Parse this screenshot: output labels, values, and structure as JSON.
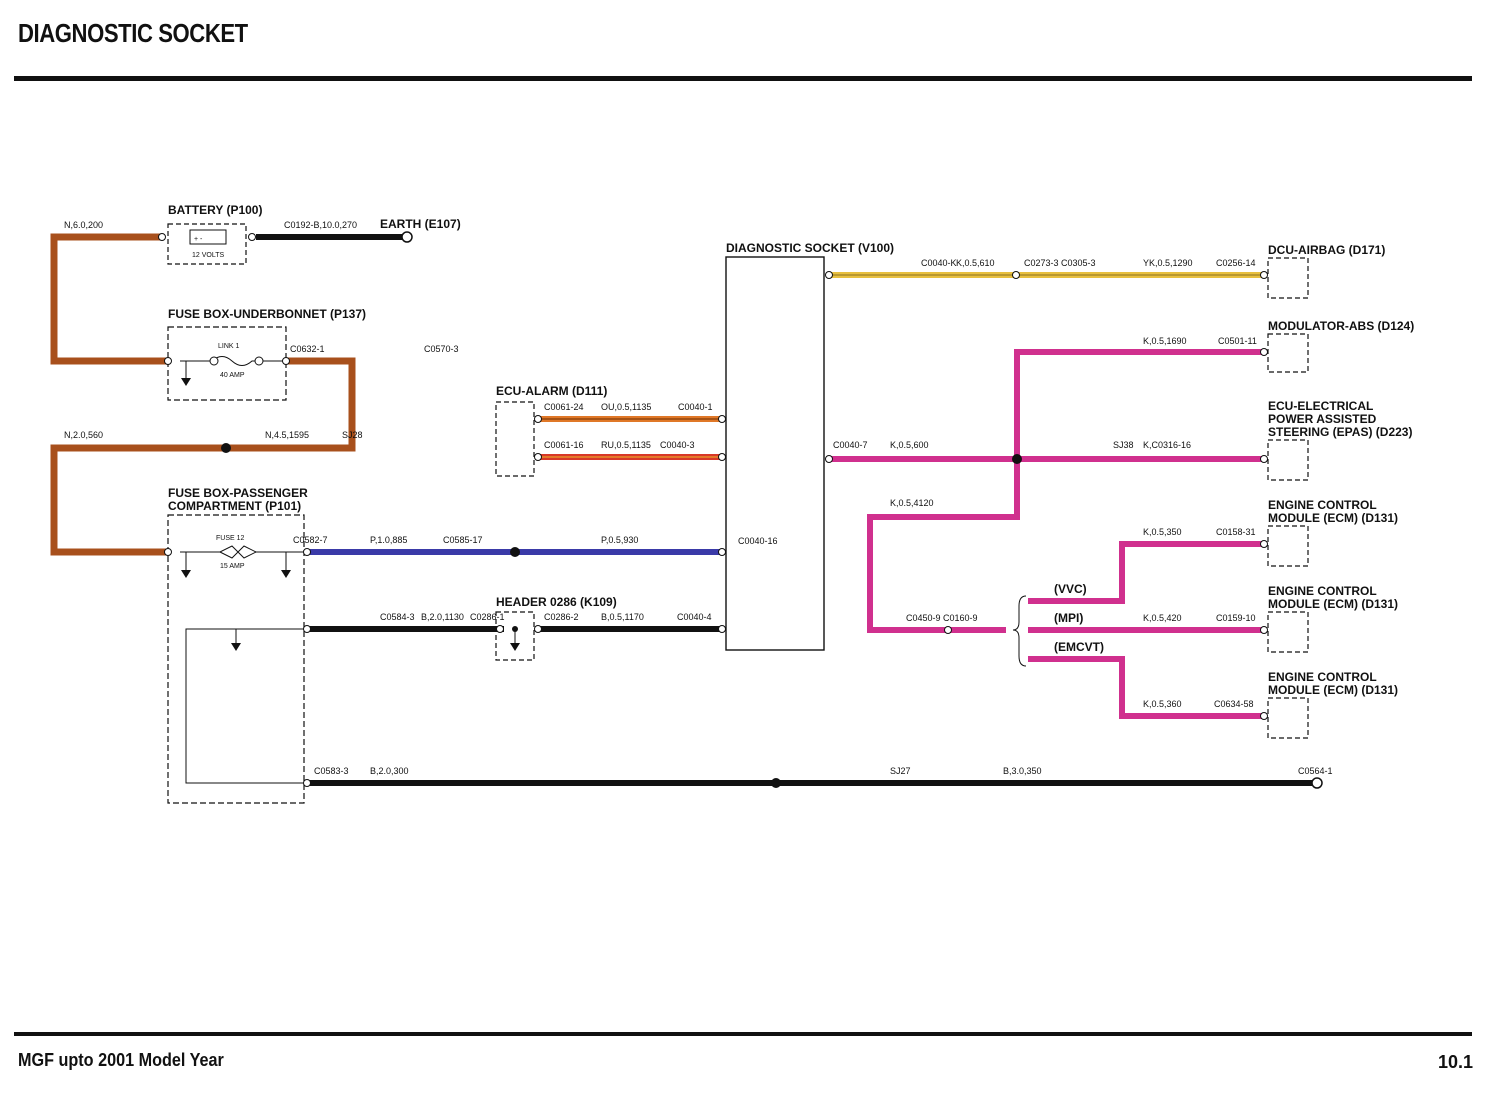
{
  "page": {
    "title": "DIAGNOSTIC SOCKET",
    "footer_left": "MGF upto 2001 Model Year",
    "footer_right": "10.1"
  },
  "colors": {
    "brown": "#a8501c",
    "black": "#111111",
    "blue": "#3a3aa8",
    "pink": "#d0308e",
    "yellow": "#e8c040",
    "orange": "#e07828",
    "red": "#d83828"
  },
  "components": {
    "battery": {
      "title": "BATTERY (P100)",
      "sub": "12 VOLTS",
      "sign": "+   -"
    },
    "earth": {
      "title": "EARTH (E107)"
    },
    "fuse_underbonnet": {
      "title": "FUSE BOX-UNDERBONNET (P137)",
      "link": "LINK 1",
      "amp": "40 AMP"
    },
    "fuse_passenger": {
      "title1": "FUSE BOX-PASSENGER",
      "title2": "COMPARTMENT (P101)",
      "fuse": "FUSE 12",
      "amp": "15 AMP"
    },
    "ecu_alarm": {
      "title": "ECU-ALARM (D111)"
    },
    "header": {
      "title": "HEADER 0286 (K109)"
    },
    "diag_socket": {
      "title": "DIAGNOSTIC SOCKET (V100)"
    },
    "dcu_airbag": {
      "title": "DCU-AIRBAG (D171)"
    },
    "mod_abs": {
      "title": "MODULATOR-ABS (D124)"
    },
    "epas": {
      "title1": "ECU-ELECTRICAL",
      "title2": "POWER ASSISTED",
      "title3": "STEERING (EPAS) (D223)"
    },
    "ecm1": {
      "title1": "ENGINE CONTROL",
      "title2": "MODULE (ECM) (D131)"
    },
    "ecm2": {
      "title1": "ENGINE CONTROL",
      "title2": "MODULE (ECM) (D131)"
    },
    "ecm3": {
      "title1": "ENGINE CONTROL",
      "title2": "MODULE (ECM) (D131)"
    }
  },
  "variants": {
    "vvc": "(VVC)",
    "mpi": "(MPI)",
    "emcvt": "(EMCVT)"
  },
  "labels": {
    "n60200": "N,6.0,200",
    "c0192": "C0192-B,10.0,270",
    "c0632": "C0632-1",
    "c0570": "C0570-3",
    "n20560": "N,2.0,560",
    "n451595": "N,4.5,1595",
    "sj28": "SJ28",
    "c0582": "C0582-7",
    "p10885": "P,1.0,885",
    "c0585": "C0585-17",
    "p05930": "P,0.5,930",
    "c0061_24": "C0061-24",
    "ou": "OU,0.5,1135",
    "c0040_1": "C0040-1",
    "c0061_16": "C0061-16",
    "ru": "RU,0.5,1135",
    "c0040_3": "C0040-3",
    "c0040_16": "C0040-16",
    "c0584": "C0584-3",
    "b201130": "B,2.0,1130",
    "c0286_1": "C0286-1",
    "c0286_2": "C0286-2",
    "b051170": "B,0.5,1170",
    "c0040_4": "C0040-4",
    "c0583": "C0583-3",
    "b20300": "B,2.0,300",
    "sj27": "SJ27",
    "b30350": "B,3.0,350",
    "c0564": "C0564-1",
    "c0040_k": "C0040-K",
    "k05610": "K,0.5,610",
    "c0273": "C0273-3 C0305-3",
    "yk": "YK,0.5,1290",
    "c0256": "C0256-14",
    "k051690": "K,0.5,1690",
    "c0501": "C0501-11",
    "c0040_7": "C0040-7",
    "k05600": "K,0.5,600",
    "sj38": "SJ38",
    "k_c0316": "K,C0316-16",
    "k054120": "K,0.5,4120",
    "k05350": "K,0.5,350",
    "c0158": "C0158-31",
    "c0450": "C0450-9 C0160-9",
    "k05420": "K,0.5,420",
    "c0159": "C0159-10",
    "k05360": "K,0.5,360",
    "c0634": "C0634-58"
  }
}
